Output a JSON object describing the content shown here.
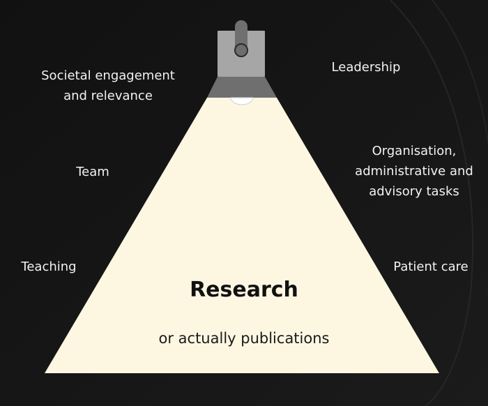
{
  "colors": {
    "background": "#151515",
    "beam": "#fdf7e2",
    "lamp_body": "#a6a6a6",
    "lamp_shade": "#6f6f6f",
    "text_light": "#f2f2f2",
    "text_dark": "#111111"
  },
  "icons": {
    "spotlight": "spotlight-icon"
  },
  "diagram": {
    "outer_labels": {
      "societal": "Societal engagement\nand relevance",
      "leadership": "Leadership",
      "team": "Team",
      "organisation": "Organisation,\nadministrative and\nadvisory tasks",
      "teaching": "Teaching",
      "patient_care": "Patient care"
    },
    "focus": {
      "title": "Research",
      "subtitle": "or actually publications"
    }
  }
}
